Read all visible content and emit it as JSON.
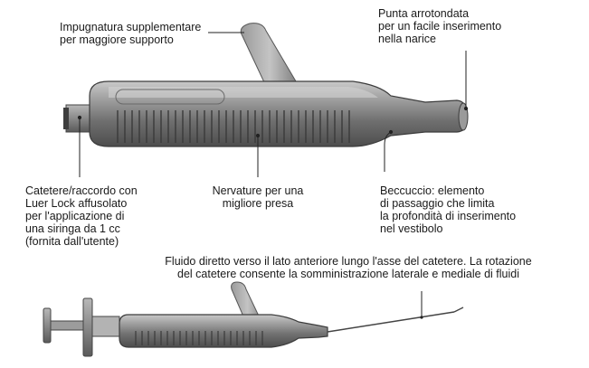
{
  "labels": {
    "grip": {
      "lines": [
        "Impugnatura supplementare",
        "per maggiore supporto"
      ]
    },
    "tip": {
      "lines": [
        "Punta arrotondata",
        "per un facile inserimento",
        "nella narice"
      ]
    },
    "catheter": {
      "lines": [
        "Catetere/raccordo con",
        "Luer Lock affusolato",
        "per l'applicazione di",
        "una siringa da 1 cc",
        "(fornita dall'utente)"
      ]
    },
    "ribs": {
      "lines": [
        "Nervature per una",
        "migliore presa"
      ]
    },
    "spout": {
      "lines": [
        "Beccuccio: elemento",
        "di passaggio che limita",
        "la profondità di inserimento",
        "nel vestibolo"
      ]
    },
    "fluid": {
      "lines": [
        "Fluido diretto verso il lato anteriore lungo l'asse del catetere. La rotazione",
        "del catetere consente la somministrazione laterale e mediale di fluidi"
      ]
    }
  }
}
